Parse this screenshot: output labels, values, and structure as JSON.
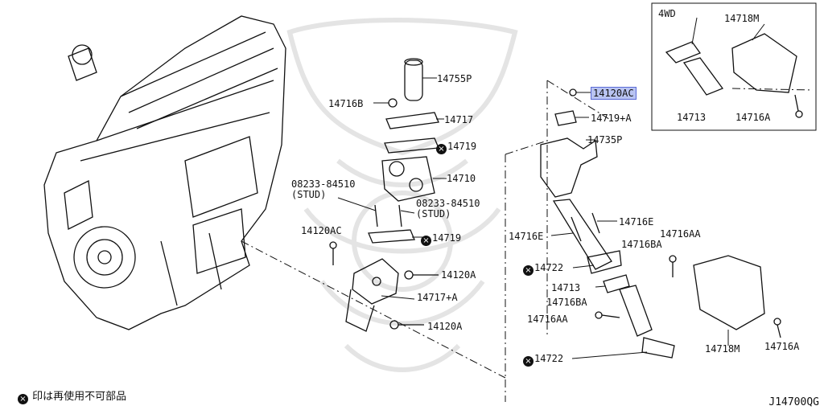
{
  "inset": {
    "title": "4WD"
  },
  "labels": {
    "p14755P": "14755P",
    "p14716B": "14716B",
    "p14717": "14717",
    "p14719a": "14719",
    "p14710": "14710",
    "stud1_num": "08233-84510",
    "stud1_txt": "(STUD)",
    "stud2_num": "08233-84510",
    "stud2_txt": "(STUD)",
    "p14719b": "14719",
    "p14120AC_l": "14120AC",
    "p14120A_1": "14120A",
    "p14717A": "14717+A",
    "p14120A_2": "14120A",
    "p14120AC_r": "14120AC",
    "p14719A": "14719+A",
    "p14735P": "14735P",
    "p14716E_r": "14716E",
    "p14716E_l": "14716E",
    "p14716AA_1": "14716AA",
    "p14716BA_1": "14716BA",
    "p14722a": "14722",
    "p14713": "14713",
    "p14716BA_2": "14716BA",
    "p14716AA_2": "14716AA",
    "p14722b": "14722",
    "p14718M": "14718M",
    "p14716A": "14716A",
    "i14718M": "14718M",
    "i14713": "14713",
    "i14716A": "14716A"
  },
  "footnote": "印は再使用不可部品",
  "diagram_code": "J14700QG",
  "colors": {
    "line": "#111111",
    "highlight": "#b9c4f2",
    "watermark": "#e4e4e4"
  }
}
